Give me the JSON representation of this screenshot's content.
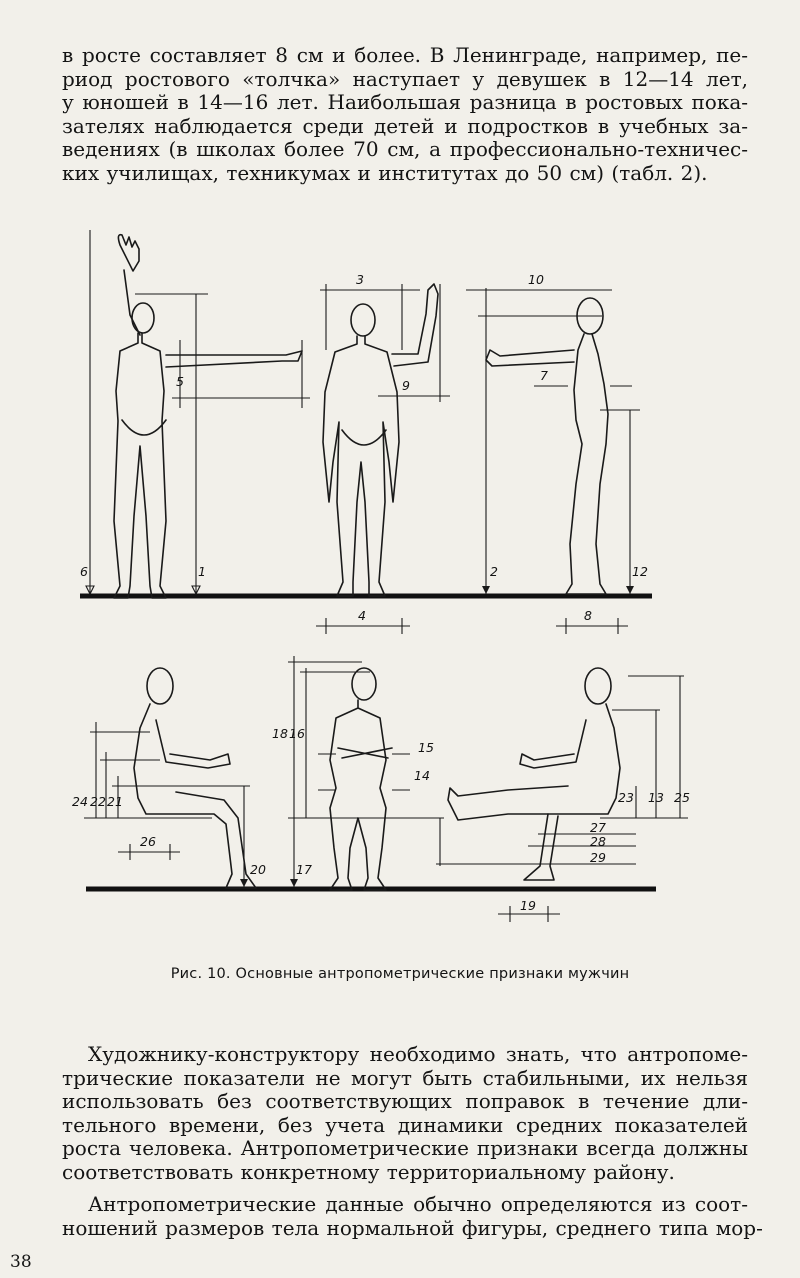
{
  "paragraph_top": [
    "в росте составляет 8 см и более. В Ленинграде, например, пе-",
    "риод ростового «толчка» наступает у девушек в 12—14 лет,",
    "у юношей в 14—16 лет. Наибольшая разница в ростовых пока-",
    "зателях наблюдается среди детей и подростков в учебных за-",
    "ведениях (в школах более 70 см, а профессионально-техничес-",
    "ких училищах, техникумах и институтах до 50 см) (табл. 2)."
  ],
  "figure": {
    "caption": "Рис. 10. Основные антропометрические признаки мужчин",
    "labels": {
      "l1": "1",
      "l2": "2",
      "l3": "3",
      "l4": "4",
      "l5": "5",
      "l6": "6",
      "l7": "7",
      "l8": "8",
      "l9": "9",
      "l10": "10",
      "l12": "12",
      "l13": "13",
      "l14": "14",
      "l15": "15",
      "l16": "16",
      "l17": "17",
      "l18": "18",
      "l19": "19",
      "l20": "20",
      "l21": "21",
      "l22": "22",
      "l23": "23",
      "l24": "24",
      "l25": "25",
      "l26": "26",
      "l27": "27",
      "l28": "28",
      "l29": "29"
    }
  },
  "paragraph_bottom_1": [
    "Художнику-конструктору необходимо знать, что антропоме-",
    "трические показатели не могут быть стабильными, их нельзя",
    "использовать без соответствующих поправок в течение дли-",
    "тельного времени, без учета динамики средних показателей",
    "роста человека. Антропометрические признаки всегда должны",
    "соответствовать конкретному территориальному району."
  ],
  "paragraph_bottom_2": [
    "Антропометрические данные обычно определяются из соот-",
    "ношений размеров тела нормальной фигуры, среднего типа мор-"
  ],
  "page_number": "38"
}
